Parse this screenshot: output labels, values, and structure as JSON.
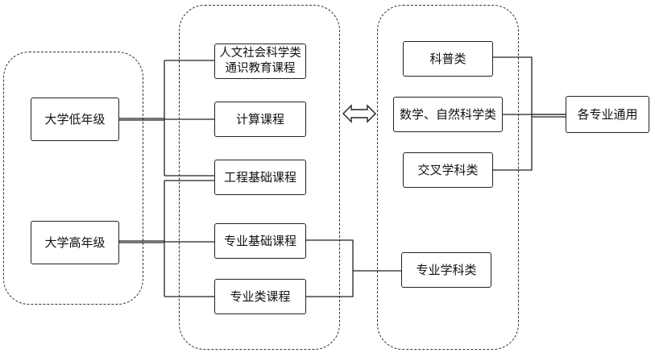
{
  "groups": {
    "left": "",
    "middle": "",
    "right": ""
  },
  "nodes": {
    "low_grade": "大学低年级",
    "high_grade": "大学高年级",
    "humanities": "人文社会科学类\n通识教育课程",
    "computing": "计算课程",
    "engineering_basic": "工程基础课程",
    "major_basic": "专业基础课程",
    "major_courses": "专业类课程",
    "popular_science": "科普类",
    "math_science": "数学、自然科学类",
    "cross_discipline": "交叉学科类",
    "general_all": "各专业通用",
    "major_discipline": "专业学科类"
  },
  "icons": {
    "bidirectional_arrow": "double-headed-arrow"
  }
}
